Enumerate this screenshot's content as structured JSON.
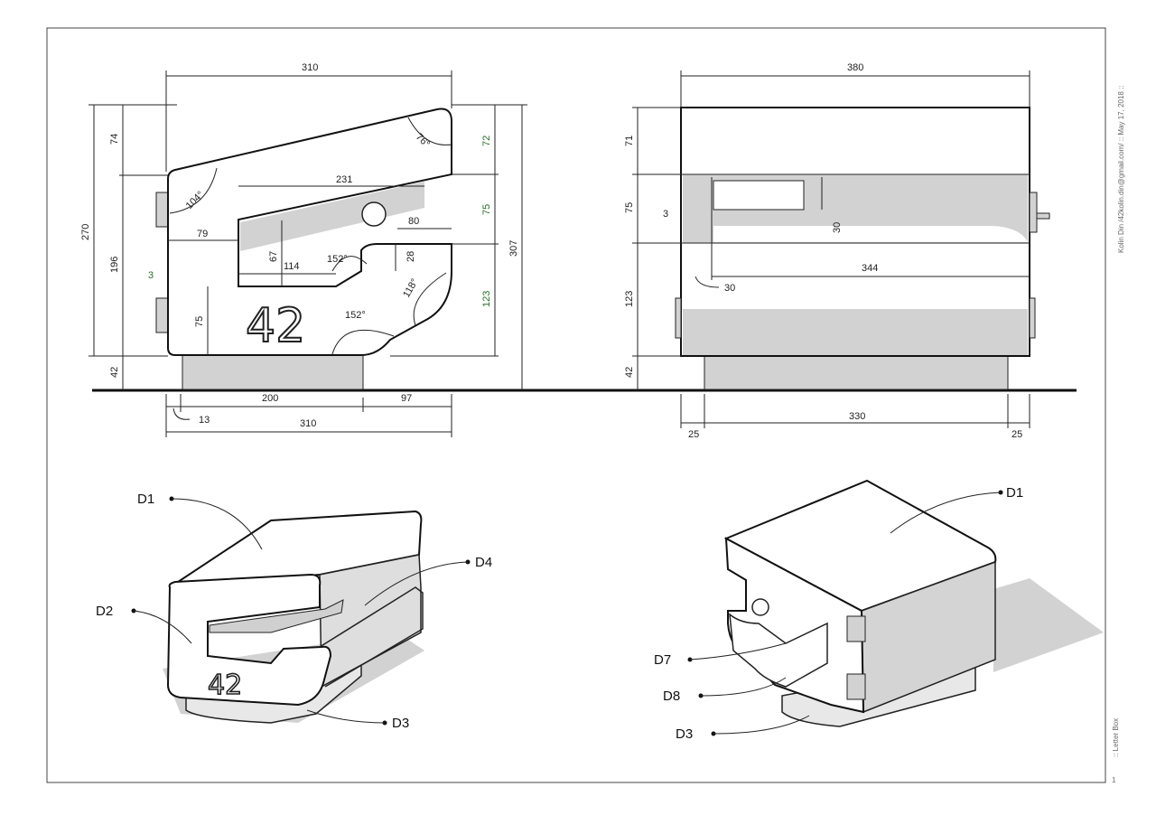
{
  "sidebar_note": "Kolin Din /42kolin.din@gmail.com/ :: May 17, 2018 ::",
  "sheet_name": ":: Letter Box",
  "page_number": "1",
  "side_view": {
    "dims": {
      "top_width": "310",
      "bottom_width": "310",
      "d200": "200",
      "d97": "97",
      "d13": "13",
      "h270": "270",
      "h307": "307",
      "h74": "74",
      "h196": "196",
      "h42": "42",
      "h3": "3",
      "h72": "72",
      "h75r": "75",
      "h123": "123",
      "w231": "231",
      "w80": "80",
      "w79": "79",
      "h67": "67",
      "w114": "114",
      "h28": "28",
      "h75": "75"
    },
    "angles": {
      "a76": "76°",
      "a104": "104°",
      "a152a": "152°",
      "a118": "118°",
      "a152b": "152°"
    },
    "number_label": "42"
  },
  "front_view": {
    "dims": {
      "top_width": "380",
      "h71": "71",
      "h75": "75",
      "h3": "3",
      "h30": "30",
      "h123": "123",
      "h42": "42",
      "w344": "344",
      "w30": "30",
      "w330": "330",
      "w25l": "25",
      "w25r": "25"
    }
  },
  "iso_left": {
    "callouts": {
      "d1": "D1",
      "d2": "D2",
      "d3": "D3",
      "d4": "D4"
    },
    "number_label": "42"
  },
  "iso_right": {
    "callouts": {
      "d1": "D1",
      "d7": "D7",
      "d8": "D8",
      "d3": "D3"
    }
  }
}
